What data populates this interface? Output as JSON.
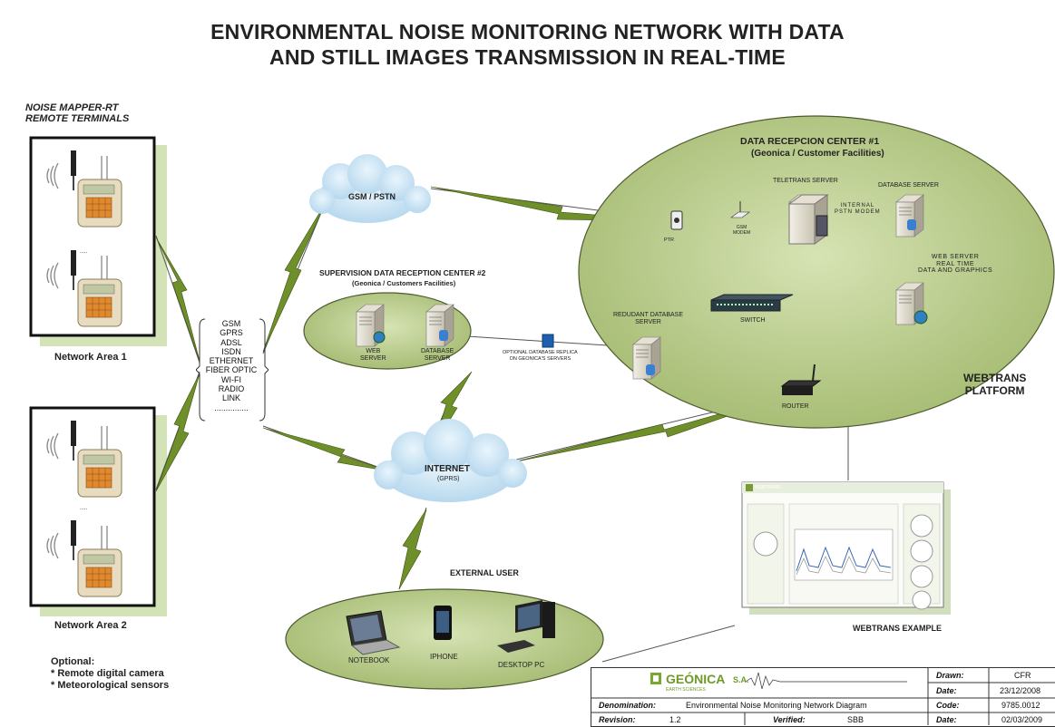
{
  "title": {
    "line1": "ENVIRONMENTAL NOISE MONITORING NETWORK WITH DATA",
    "line2": "AND STILL IMAGES TRANSMISSION IN  REAL-TIME"
  },
  "remote_terminals": {
    "heading_line1": "NOISE MAPPER-RT",
    "heading_line2": "REMOTE TERMINALS",
    "area1": "Network Area 1",
    "area2": "Network Area 2",
    "dots": "....."
  },
  "optional": {
    "heading": "Optional:",
    "items": [
      "* Remote digital camera",
      "* Meteorological sensors"
    ]
  },
  "networks": {
    "items": [
      "GSM",
      "GPRS",
      "ADSL",
      "ISDN",
      "ETHERNET",
      "FIBER OPTIC",
      "WI-FI",
      "RADIO",
      "LINK"
    ],
    "trailer": "..............."
  },
  "clouds": {
    "gsm": "GSM / PSTN",
    "internet": "INTERNET",
    "internet_sub": "(GPRS)"
  },
  "center2": {
    "title": "SUPERVISION DATA RECEPTION CENTER #2",
    "subtitle": "(Geonica / Customers Facilities)",
    "web_server": [
      "WEB",
      "SERVER"
    ],
    "db_server": [
      "DATABASE",
      "SERVER"
    ],
    "replica": [
      "OPTIONAL DATABASE REPLICA",
      "ON GEONICA'S SERVERS"
    ]
  },
  "center1": {
    "title": "DATA RECEPCION CENTER #1",
    "subtitle": "(Geonica / Customer Facilities)",
    "teletrans": "TELETRANS SERVER",
    "internal_modem": [
      "INTERNAL",
      "PSTN MODEM"
    ],
    "database": "DATABASE SERVER",
    "web": [
      "WEB SERVER",
      "REAL TIME",
      "DATA AND GRAPHICS"
    ],
    "ptr": "PTR",
    "gsm_modem": [
      "GSM",
      "MODEM"
    ],
    "redundant": [
      "REDUDANT DATABASE",
      "SERVER"
    ],
    "switch": "SWITCH",
    "router": "ROUTER",
    "platform": [
      "WEBTRANS",
      "PLATFORM"
    ]
  },
  "webtrans_example": {
    "label": "WEBTRANS  EXAMPLE",
    "logo": "WEBTRANS"
  },
  "external_user": {
    "title": "EXTERNAL USER",
    "notebook": "NOTEBOOK",
    "iphone": "IPHONE",
    "desktop": "DESKTOP PC"
  },
  "title_block": {
    "company": "GEÓNICA",
    "company_suffix": "S.A.",
    "company_sub": "EARTH SCIENCES",
    "denomination_label": "Denomination:",
    "denomination": "Environmental Noise Monitoring Network Diagram",
    "revision_label": "Revision:",
    "revision": "1.2",
    "verified_label": "Verified:",
    "verified": "SBB",
    "drawn_label": "Drawn:",
    "drawn": "CFR",
    "date_label": "Date:",
    "date1": "23/12/2008",
    "code_label": "Code:",
    "code": "9785.0012",
    "date2": "02/03/2009"
  },
  "colors": {
    "ellipse_fill": "#b7c98a",
    "ellipse_stroke": "#4d5a2e",
    "cloud": "#cfe6f5",
    "bolt": "#6f8f2a",
    "shadow": "#9fbf5f"
  }
}
